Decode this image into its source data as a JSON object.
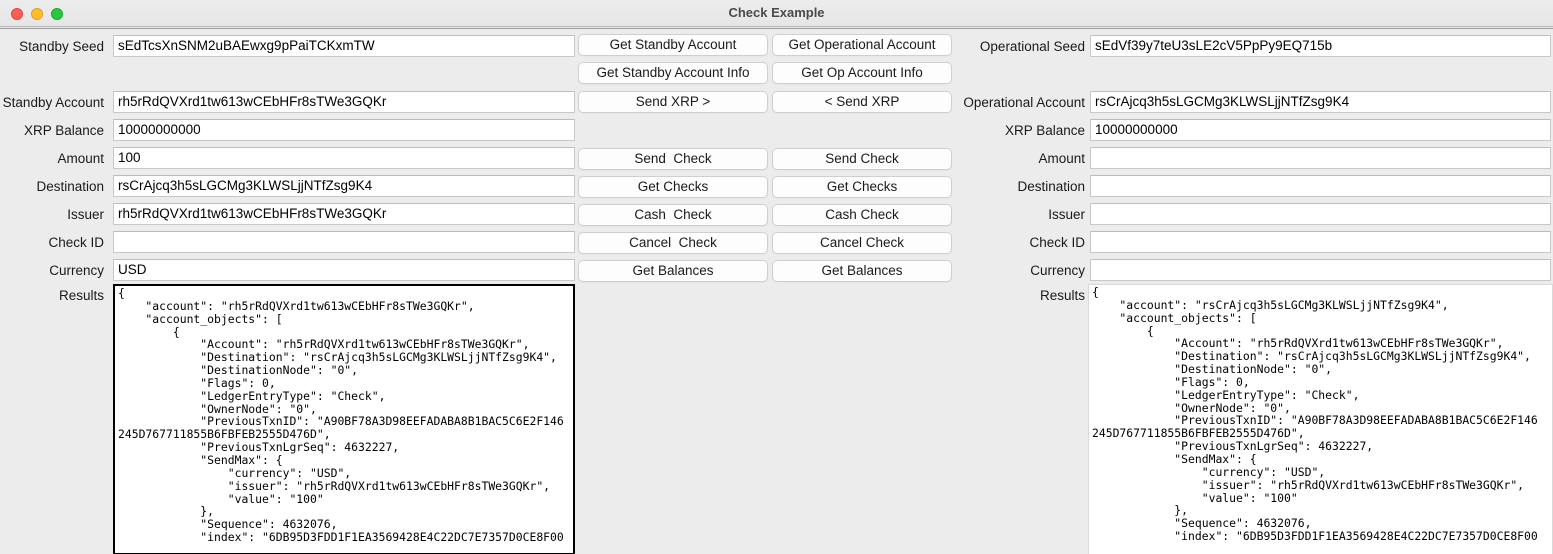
{
  "window": {
    "title": "Check Example",
    "controls": {
      "close": "close-button",
      "minimize": "minimize-button",
      "zoom": "zoom-button"
    }
  },
  "standby": {
    "seed_label": "Standby Seed",
    "seed_value": "sEdTcsXnSNM2uBAEwxg9pPaiTCKxmTW",
    "account_label": "Standby Account",
    "account_value": "rh5rRdQVXrd1tw613wCEbHFr8sTWe3GQKr",
    "balance_label": "XRP Balance",
    "balance_value": "10000000000",
    "amount_label": "Amount",
    "amount_value": "100",
    "destination_label": "Destination",
    "destination_value": "rsCrAjcq3h5sLGCMg3KLWSLjjNTfZsg9K4",
    "issuer_label": "Issuer",
    "issuer_value": "rh5rRdQVXrd1tw613wCEbHFr8sTWe3GQKr",
    "checkid_label": "Check ID",
    "checkid_value": "",
    "currency_label": "Currency",
    "currency_value": "USD",
    "results_label": "Results",
    "results_value": "{\n    \"account\": \"rh5rRdQVXrd1tw613wCEbHFr8sTWe3GQKr\",\n    \"account_objects\": [\n        {\n            \"Account\": \"rh5rRdQVXrd1tw613wCEbHFr8sTWe3GQKr\",\n            \"Destination\": \"rsCrAjcq3h5sLGCMg3KLWSLjjNTfZsg9K4\",\n            \"DestinationNode\": \"0\",\n            \"Flags\": 0,\n            \"LedgerEntryType\": \"Check\",\n            \"OwnerNode\": \"0\",\n            \"PreviousTxnID\": \"A90BF78A3D98EEFADABA8B1BAC5C6E2F146\n245D767711855B6FBFEB2555D476D\",\n            \"PreviousTxnLgrSeq\": 4632227,\n            \"SendMax\": {\n                \"currency\": \"USD\",\n                \"issuer\": \"rh5rRdQVXrd1tw613wCEbHFr8sTWe3GQKr\",\n                \"value\": \"100\"\n            },\n            \"Sequence\": 4632076,\n            \"index\": \"6DB95D3FDD1F1EA3569428E4C22DC7E7357D0CE8F00"
  },
  "operational": {
    "seed_label": "Operational Seed",
    "seed_value": "sEdVf39y7teU3sLE2cV5PpPy9EQ715b",
    "account_label": "Operational Account",
    "account_value": "rsCrAjcq3h5sLGCMg3KLWSLjjNTfZsg9K4",
    "balance_label": "XRP Balance",
    "balance_value": "10000000000",
    "amount_label": "Amount",
    "amount_value": "",
    "destination_label": "Destination",
    "destination_value": "",
    "issuer_label": "Issuer",
    "issuer_value": "",
    "checkid_label": "Check ID",
    "checkid_value": "",
    "currency_label": "Currency",
    "currency_value": "",
    "results_label": "Results",
    "results_value": "{\n    \"account\": \"rsCrAjcq3h5sLGCMg3KLWSLjjNTfZsg9K4\",\n    \"account_objects\": [\n        {\n            \"Account\": \"rh5rRdQVXrd1tw613wCEbHFr8sTWe3GQKr\",\n            \"Destination\": \"rsCrAjcq3h5sLGCMg3KLWSLjjNTfZsg9K4\",\n            \"DestinationNode\": \"0\",\n            \"Flags\": 0,\n            \"LedgerEntryType\": \"Check\",\n            \"OwnerNode\": \"0\",\n            \"PreviousTxnID\": \"A90BF78A3D98EEFADABA8B1BAC5C6E2F146\n245D767711855B6FBFEB2555D476D\",\n            \"PreviousTxnLgrSeq\": 4632227,\n            \"SendMax\": {\n                \"currency\": \"USD\",\n                \"issuer\": \"rh5rRdQVXrd1tw613wCEbHFr8sTWe3GQKr\",\n                \"value\": \"100\"\n            },\n            \"Sequence\": 4632076,\n            \"index\": \"6DB95D3FDD1F1EA3569428E4C22DC7E7357D0CE8F00"
  },
  "buttons": {
    "left": [
      "Get Standby Account",
      "Get Standby Account Info",
      "Send XRP >",
      "Send  Check",
      "Get Checks",
      "Cash  Check",
      "Cancel  Check",
      "Get Balances"
    ],
    "right": [
      "Get Operational Account",
      "Get Op Account Info",
      "< Send XRP",
      "Send Check",
      "Get Checks",
      "Cash Check",
      "Cancel Check",
      "Get Balances"
    ]
  },
  "colors": {
    "window_bg": "#ececec",
    "field_bg": "#ffffff",
    "field_border": "#c8c8c8",
    "button_bg": "#fdfdfd",
    "focus_border": "#000000",
    "title_text": "#4a4a4a"
  }
}
